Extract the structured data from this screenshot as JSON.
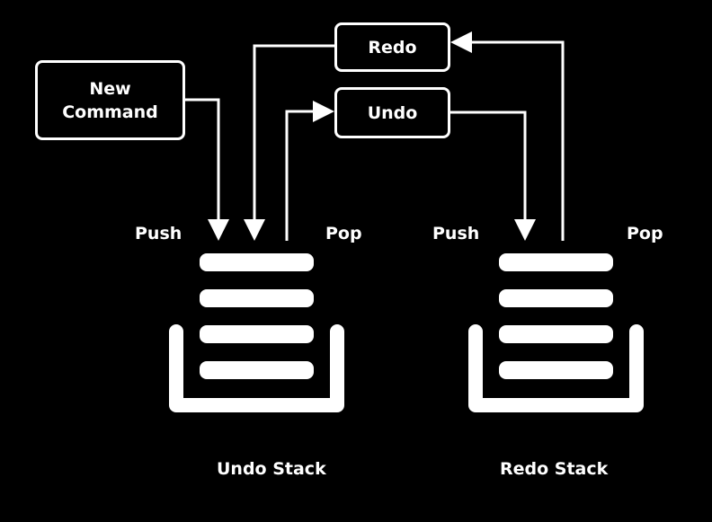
{
  "boxes": {
    "new_command": "New\nCommand",
    "redo": "Redo",
    "undo": "Undo"
  },
  "undo_stack": {
    "title": "Undo Stack",
    "push_label": "Push",
    "pop_label": "Pop",
    "item_count": 4
  },
  "redo_stack": {
    "title": "Redo Stack",
    "push_label": "Push",
    "pop_label": "Pop",
    "item_count": 4
  },
  "colors": {
    "background": "#000000",
    "foreground": "#ffffff"
  }
}
